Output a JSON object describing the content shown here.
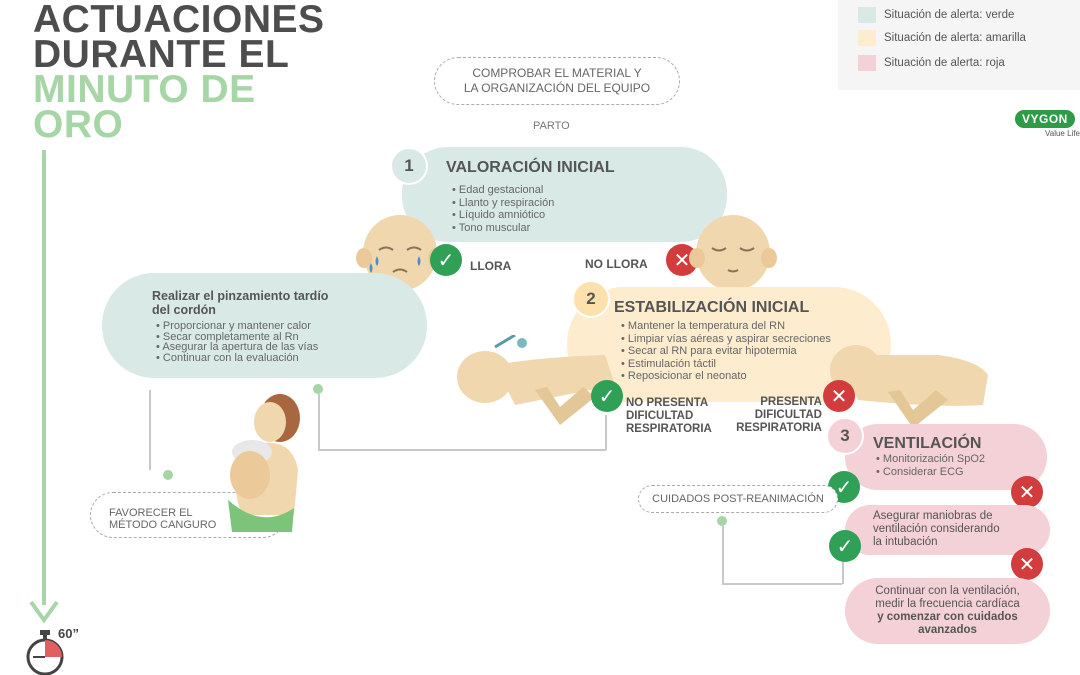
{
  "title": {
    "line1": "ACTUACIONES",
    "line2": "DURANTE EL",
    "line3": "MINUTO DE",
    "line4": "ORO"
  },
  "legend": [
    {
      "label": "Situación de alerta: verde",
      "color": "#d9eae6"
    },
    {
      "label": "Situación de alerta: amarilla",
      "color": "#fdecce"
    },
    {
      "label": "Situación de alerta: roja",
      "color": "#f4d1d6"
    }
  ],
  "logo": {
    "name": "VYGON",
    "tagline": "Value Life"
  },
  "check_equipment": {
    "line1": "COMPROBAR EL MATERIAL Y",
    "line2": "LA ORGANIZACIÓN DEL EQUIPO"
  },
  "birth": "PARTO",
  "step1": {
    "number": "1",
    "title": "VALORACIÓN INICIAL",
    "items": [
      "Edad gestacional",
      "Llanto y respiración",
      "Líquido amniótico",
      "Tono muscular"
    ]
  },
  "cries": "LLORA",
  "not_cries": "NO LLORA",
  "cord": {
    "title_line1": "Realizar el pinzamiento tardío",
    "title_line2": "del cordón",
    "items": [
      "Proporcionar y mantener calor",
      "Secar completamente al Rn",
      "Asegurar la apertura de las vías",
      "Continuar con la evaluación"
    ]
  },
  "kangaroo": {
    "line1": "FAVORECER EL",
    "line2": "MÉTODO CANGURO"
  },
  "step2": {
    "number": "2",
    "title": "ESTABILIZACIÓN INICIAL",
    "items": [
      "Mantener la temperatura del RN",
      "Limpiar vías aéreas y aspirar secreciones",
      "Secar al RN para evitar hipotermia",
      "Estimulación táctil",
      "Reposicionar el neonato"
    ]
  },
  "no_distress": {
    "line1": "NO PRESENTA",
    "line2": "DIFICULTAD",
    "line3": "RESPIRATORIA"
  },
  "distress": {
    "line1": "PRESENTA",
    "line2": "DIFICULTAD",
    "line3": "RESPIRATORIA"
  },
  "step3": {
    "number": "3",
    "title": "VENTILACIÓN",
    "items": [
      "Monitorización SpO2",
      "Considerar ECG"
    ]
  },
  "post_care": "CUIDADOS POST-REANIMACIÓN",
  "intubation": {
    "line1": "Asegurar maniobras de",
    "line2": "ventilación considerando",
    "line3": "la intubación"
  },
  "continue": {
    "line1": "Continuar con la ventilación,",
    "line2": "medir la frecuencia cardíaca",
    "line3": "y comenzar con cuidados",
    "line4": "avanzados"
  },
  "timer": "60”"
}
